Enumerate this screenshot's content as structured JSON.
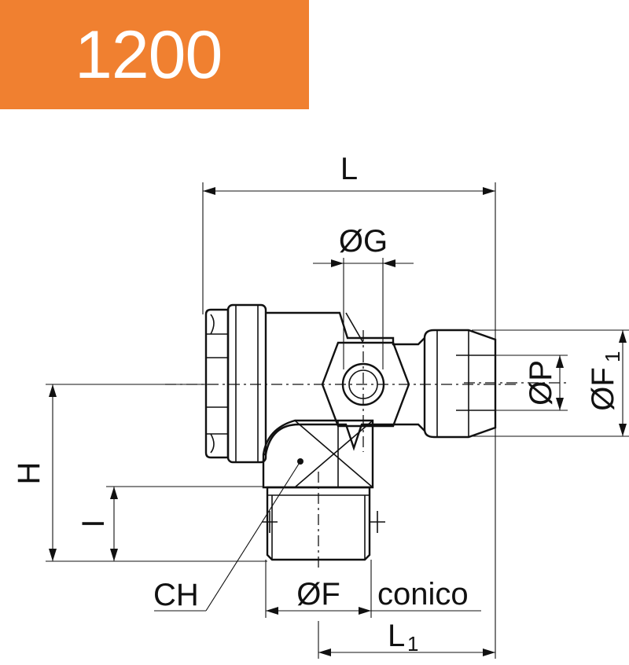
{
  "badge": {
    "code": "1200",
    "color": "#f08030"
  },
  "dimensions": {
    "L": "L",
    "G": "ØG",
    "P": "ØP",
    "F1": "ØF",
    "F1_sub": "1",
    "H": "H",
    "I": "I",
    "CH": "CH",
    "F": "ØF",
    "conico": "conico",
    "L1": "L",
    "L1_sub": "1"
  }
}
